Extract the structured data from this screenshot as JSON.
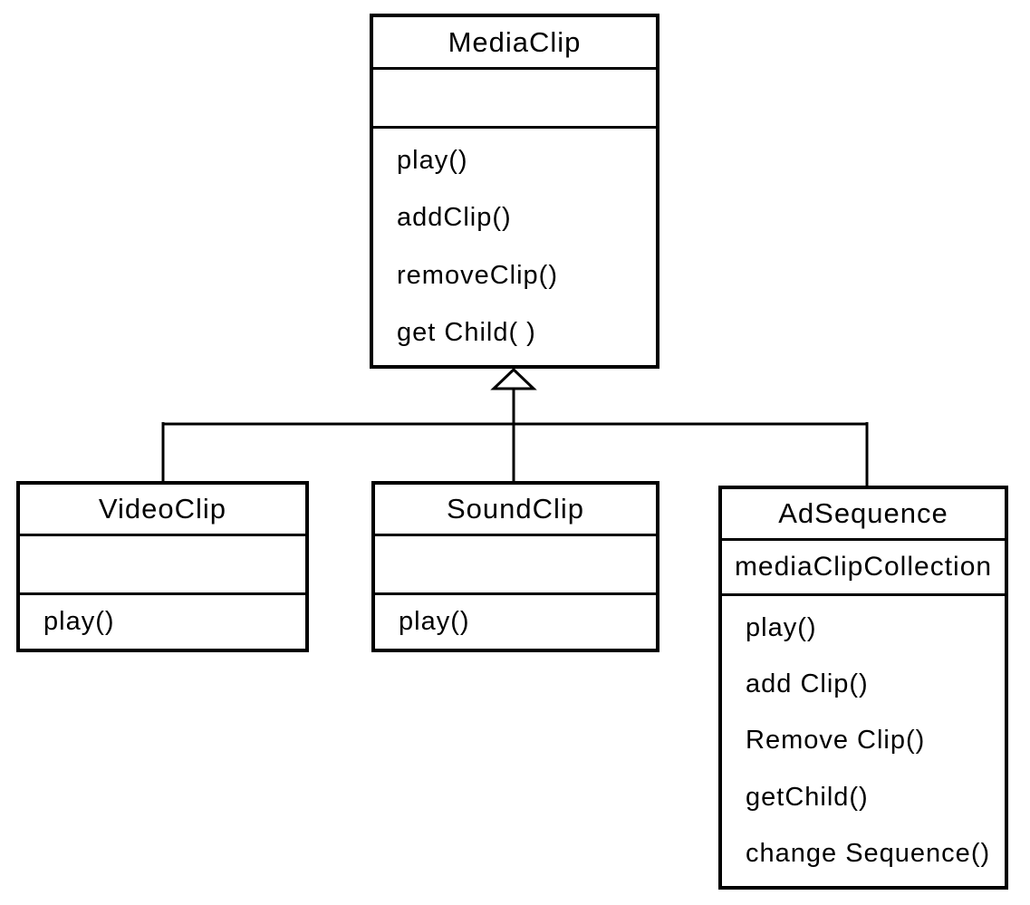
{
  "diagram": {
    "type": "uml-class-diagram",
    "colors": {
      "stroke": "#000000",
      "background": "#ffffff"
    },
    "relationship": {
      "kind": "generalization-inheritance",
      "parent": "MediaClip",
      "children": [
        "VideoClip",
        "SoundClip",
        "AdSequence"
      ]
    }
  },
  "classes": {
    "mediaClip": {
      "name": "MediaClip",
      "attributes": [],
      "methods": [
        "play()",
        "addClip()",
        "removeClip()",
        "get Child( )"
      ]
    },
    "videoClip": {
      "name": "VideoClip",
      "attributes": [],
      "methods": [
        "play()"
      ]
    },
    "soundClip": {
      "name": "SoundClip",
      "attributes": [],
      "methods": [
        "play()"
      ]
    },
    "adSequence": {
      "name": "AdSequence",
      "attributes": [
        "mediaClipCollection"
      ],
      "methods": [
        "play()",
        "add Clip()",
        "Remove Clip()",
        "getChild()",
        "change Sequence()"
      ]
    }
  }
}
